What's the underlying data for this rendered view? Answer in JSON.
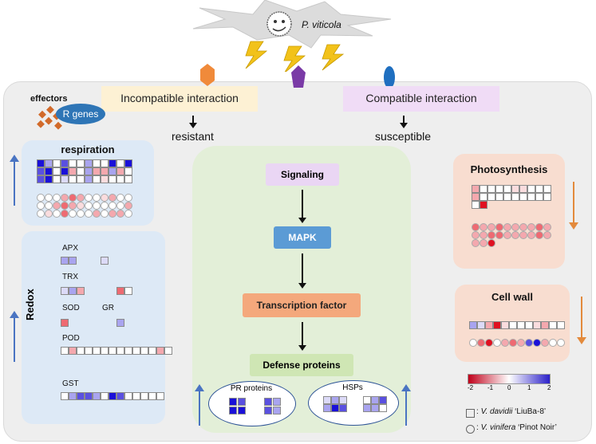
{
  "pathogen": {
    "name": "P. viticola"
  },
  "effectors_label": "effectors",
  "r_genes_label": "R genes",
  "incompatible": {
    "label": "Incompatible interaction",
    "outcome": "resistant"
  },
  "compatible": {
    "label": "Compatible interaction",
    "outcome": "susceptible"
  },
  "respiration": {
    "title": "respiration"
  },
  "redox": {
    "title": "Redox",
    "apx": "APX",
    "trx": "TRX",
    "sod": "SOD",
    "gr": "GR",
    "pod": "POD",
    "gst": "GST"
  },
  "pathway": {
    "signaling": "Signaling",
    "mapk": "MAPK",
    "tf": "Transcription factor",
    "defense": "Defense  proteins",
    "pr": "PR proteins",
    "hsps": "HSPs"
  },
  "photosynthesis": {
    "title": "Photosynthesis"
  },
  "cell_wall": {
    "title": "Cell wall"
  },
  "scale": {
    "ticks": [
      "-2",
      "-1",
      "0",
      "1",
      "2"
    ]
  },
  "legend": {
    "square_prefix": ": ",
    "square_species": "V. davidii",
    "square_cultivar": " ‘LiuBa-8’",
    "circle_prefix": ": ",
    "circle_species": "V. vinifera",
    "circle_cultivar": " ‘Pinot Noir’"
  },
  "colors": {
    "incompatible_box": "#fdf1d4",
    "compatible_box": "#f0dcf6",
    "orange_effector": "#f08a3a",
    "purple_effector": "#7a3aa6",
    "blue_effector": "#1f6fc0",
    "up_arrow": "#4a74c2",
    "down_arrow": "#e38a3c"
  }
}
